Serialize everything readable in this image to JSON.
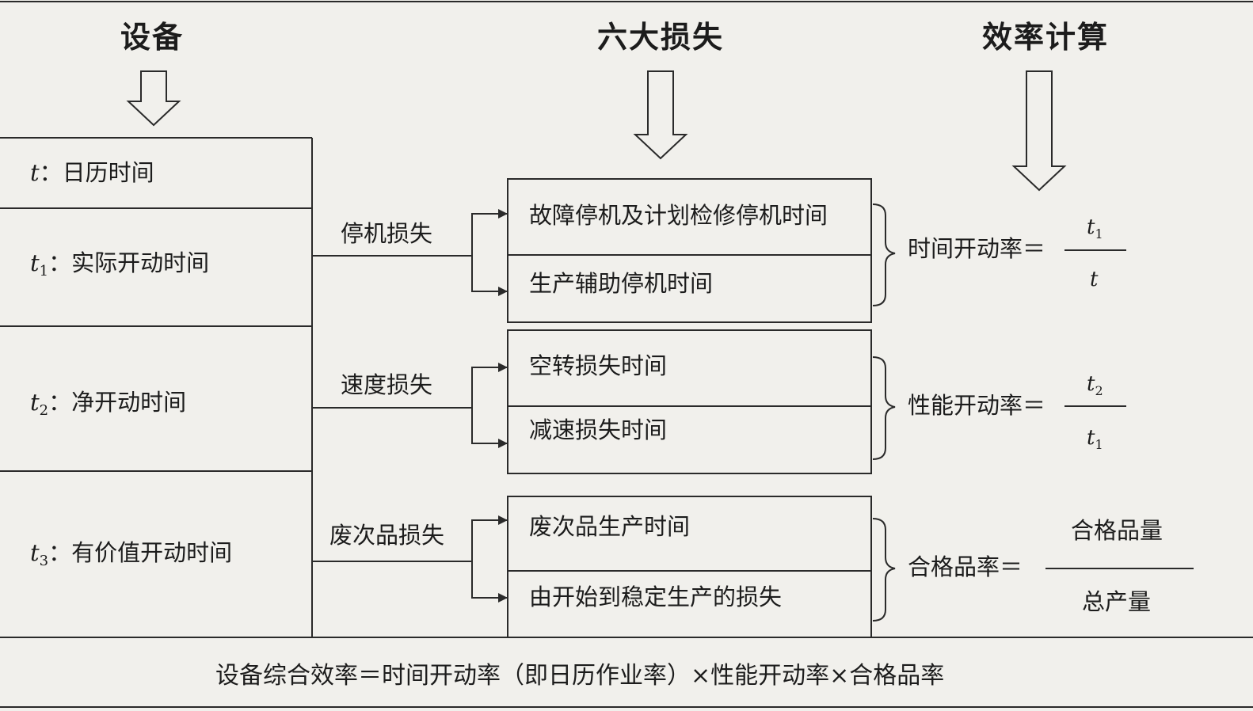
{
  "headers": {
    "equipment": "设备",
    "losses": "六大损失",
    "efficiency": "效率计算"
  },
  "equipment_times": [
    {
      "var": "t",
      "sub": "",
      "label": "：日历时间"
    },
    {
      "var": "t",
      "sub": "1",
      "label": "：实际开动时间"
    },
    {
      "var": "t",
      "sub": "2",
      "label": "：净开动时间"
    },
    {
      "var": "t",
      "sub": "3",
      "label": "：有价值开动时间"
    }
  ],
  "loss_groups": [
    {
      "name": "停机损失",
      "items": [
        "故障停机及计划检修停机时间",
        "生产辅助停机时间"
      ]
    },
    {
      "name": "速度损失",
      "items": [
        "空转损失时间",
        "减速损失时间"
      ]
    },
    {
      "name": "废次品损失",
      "items": [
        "废次品生产时间",
        "由开始到稳定生产的损失"
      ]
    }
  ],
  "formulas": [
    {
      "label": "时间开动率＝",
      "num_var": "t",
      "num_sub": "1",
      "den_var": "t",
      "den_sub": ""
    },
    {
      "label": "性能开动率＝",
      "num_var": "t",
      "num_sub": "2",
      "den_var": "t",
      "den_sub": "1"
    },
    {
      "label": "合格品率＝",
      "num_text": "合格品量",
      "den_text": "总产量"
    }
  ],
  "overall_formula": "设备综合效率＝时间开动率（即日历作业率）×性能开动率×合格品率",
  "colors": {
    "background": "#f1f0ec",
    "line": "#2a2a2a",
    "text": "#1c1c1c"
  }
}
